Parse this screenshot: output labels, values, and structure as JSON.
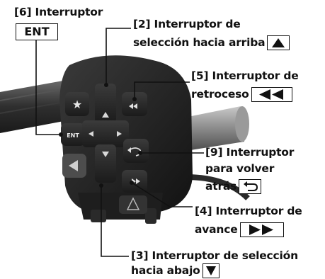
{
  "labels": {
    "ent_title": "[6] Interruptor",
    "ent_box": "ENT",
    "up_line1": "[2] Interruptor de",
    "up_line2": "selección hacia arriba",
    "rewind_line1": "[5] Interruptor de",
    "rewind_line2": "retroceso",
    "back_line1": "[9] Interruptor",
    "back_line2": "para volver",
    "back_line3": "atrás",
    "forward_line1": "[4] Interruptor de",
    "forward_line2": "avance",
    "down_line1": "[3] Interruptor de selección",
    "down_line2": "hacia abajo"
  },
  "switch_buttons": {
    "ent": "ENT"
  },
  "icons": [
    "up-arrow-icon",
    "rewind-icon",
    "back-icon",
    "fast-forward-icon",
    "down-arrow-icon",
    "star-icon",
    "horn-icon",
    "hazard-icon"
  ],
  "colors": {
    "label_text": "#111111",
    "housing": "#1c1c1c",
    "buttons": "#2a2a2a",
    "leader_lines": "#111111"
  }
}
